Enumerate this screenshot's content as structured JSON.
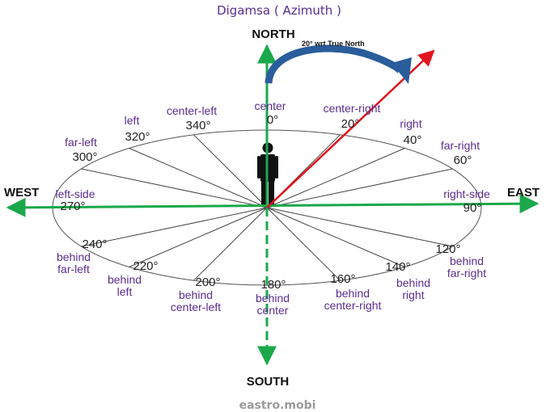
{
  "title": "Digamsa ( Azimuth )",
  "directions": {
    "north": "NORTH",
    "south": "SOUTH",
    "east": "EAST",
    "west": "WEST"
  },
  "annotation": "20° wrt True North",
  "watermark": "eastro.mobi",
  "azimuths": [
    {
      "deg": "0°",
      "label": [
        "center"
      ]
    },
    {
      "deg": "20°",
      "label": [
        "center-right"
      ]
    },
    {
      "deg": "40°",
      "label": [
        "right"
      ]
    },
    {
      "deg": "60°",
      "label": [
        "far-right"
      ]
    },
    {
      "deg": "90°",
      "label": [
        "right-side"
      ]
    },
    {
      "deg": "120°",
      "label": [
        "behind",
        "far-right"
      ]
    },
    {
      "deg": "140°",
      "label": [
        "behind",
        "right"
      ]
    },
    {
      "deg": "160°",
      "label": [
        "behind",
        "center-right"
      ]
    },
    {
      "deg": "180°",
      "label": [
        "behind",
        "center"
      ]
    },
    {
      "deg": "200°",
      "label": [
        "behind",
        "center-left"
      ]
    },
    {
      "deg": "220°",
      "label": [
        "behind",
        "left"
      ]
    },
    {
      "deg": "240°",
      "label": [
        "behind",
        "far-left"
      ]
    },
    {
      "deg": "270°",
      "label": [
        "left-side"
      ]
    },
    {
      "deg": "300°",
      "label": [
        "far-left"
      ]
    },
    {
      "deg": "320°",
      "label": [
        "left"
      ]
    },
    {
      "deg": "340°",
      "label": [
        "center-left"
      ]
    }
  ],
  "colors": {
    "axis": "#1aa84a",
    "pointer": "#e0141e",
    "arc": "#2a5d9c",
    "figure": "#111111"
  }
}
